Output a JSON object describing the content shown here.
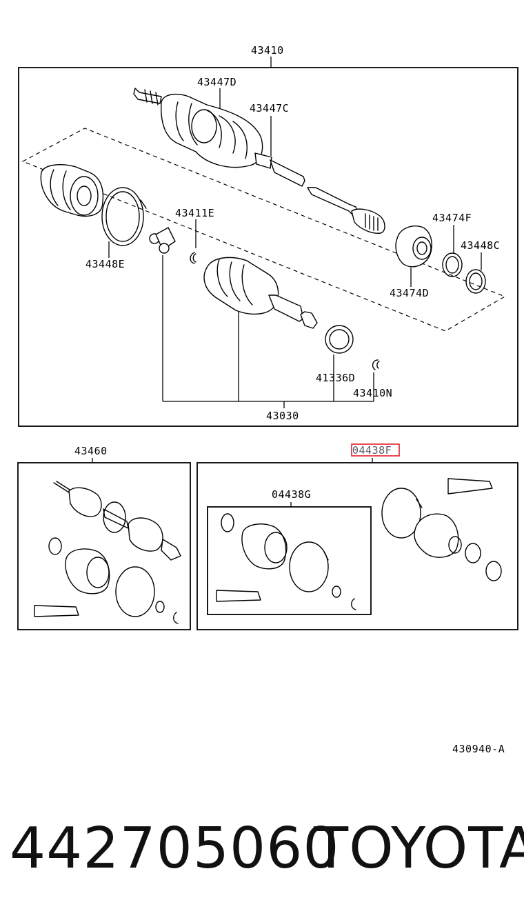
{
  "diagram": {
    "labels": {
      "l43410": "43410",
      "l43447D": "43447D",
      "l43447C": "43447C",
      "l43411E": "43411E",
      "l43474F": "43474F",
      "l43448C": "43448C",
      "l43448E": "43448E",
      "l43474D": "43474D",
      "l41336D": "41336D",
      "l43410N": "43410N",
      "l43030": "43030",
      "l43460": "43460",
      "l04438F": "04438F",
      "l04438G": "04438G"
    },
    "code": "430940-A",
    "highlighted_part": "04438F",
    "highlight_color": "#e0202a"
  },
  "footer": {
    "part_number": "442705060",
    "brand": "TOYOTA"
  }
}
